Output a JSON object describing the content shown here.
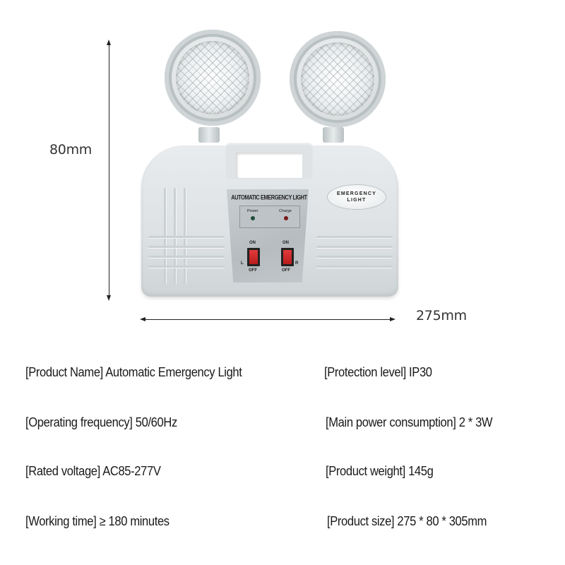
{
  "dimensions": {
    "height_label": "80mm",
    "width_label": "275mm"
  },
  "product": {
    "panel_title": "AUTOMATIC EMERGENCY LIGHT",
    "indicators": [
      {
        "label": "Power",
        "color": "#1f4d3a"
      },
      {
        "label": "Charge",
        "color": "#7a1a1a"
      }
    ],
    "switches": [
      {
        "side": "L",
        "on_label": "ON",
        "off_label": "OFF",
        "color": "#d12b2b"
      },
      {
        "side": "R",
        "on_label": "ON",
        "off_label": "OFF",
        "color": "#d12b2b"
      }
    ],
    "badge_line1": "EMERGENCY",
    "badge_line2": "LIGHT"
  },
  "specs": {
    "left": [
      "[Product Name] Automatic Emergency Light",
      "[Operating frequency] 50/60Hz",
      "[Rated voltage] AC85-277V",
      "[Working time] ≥ 180 minutes"
    ],
    "right": [
      "[Protection level] IP30",
      "[Main power consumption] 2 * 3W",
      "[Product weight] 145g",
      "[Product size] 275 * 80 * 305mm"
    ]
  }
}
